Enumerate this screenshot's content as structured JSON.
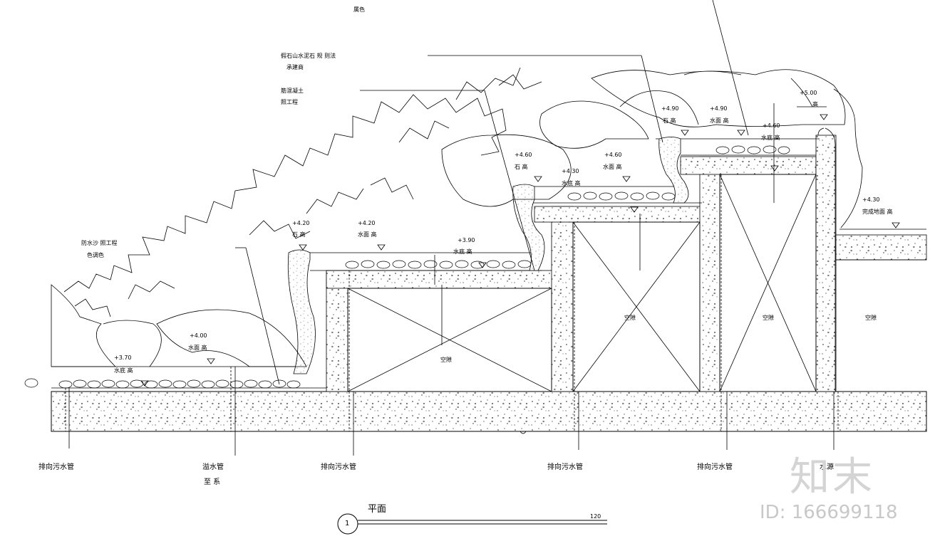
{
  "top_note": "属色",
  "callouts": {
    "rock": "假石山水泥石 规 则法",
    "rock_sub": "承建商",
    "concrete": "筋混凝土",
    "concrete_sub": "照工程",
    "waterproof": "防水沙 照工程",
    "waterproof_sub": "色调色"
  },
  "elevations": [
    {
      "key": "e1",
      "value": "+5.00",
      "desc": "高"
    },
    {
      "key": "e2",
      "value": "+4.90",
      "desc": "石 高"
    },
    {
      "key": "e3",
      "value": "+4.90",
      "desc": "水面 高"
    },
    {
      "key": "e4",
      "value": "+4.60",
      "desc": "水底 高"
    },
    {
      "key": "e5",
      "value": "+4.60",
      "desc": "石 高"
    },
    {
      "key": "e6",
      "value": "+4.60",
      "desc": "水面 高"
    },
    {
      "key": "e7",
      "value": "+4.30",
      "desc": "水底 高"
    },
    {
      "key": "e8",
      "value": "+4.30",
      "desc": "完成地面 高"
    },
    {
      "key": "e9",
      "value": "+4.20",
      "desc": "石 高"
    },
    {
      "key": "e10",
      "value": "+4.20",
      "desc": "水面 高"
    },
    {
      "key": "e11",
      "value": "+3.90",
      "desc": "水底 高"
    },
    {
      "key": "e12",
      "value": "+4.00",
      "desc": "水面 高"
    },
    {
      "key": "e13",
      "value": "+3.70",
      "desc": "水底 高"
    }
  ],
  "void_labels": [
    "空隙",
    "空隙",
    "空隙",
    "空隙"
  ],
  "pipe_labels": [
    {
      "text": "排向污水管",
      "sub": ""
    },
    {
      "text": "溢水管",
      "sub": "至 系"
    },
    {
      "text": "排向污水管",
      "sub": ""
    },
    {
      "text": "排向污水管",
      "sub": ""
    },
    {
      "text": "排向污水管",
      "sub": ""
    },
    {
      "text": "水源",
      "sub": ""
    }
  ],
  "title": {
    "number": "1",
    "name": "平面",
    "scale": "120"
  },
  "watermark": {
    "logo": "知末",
    "id": "ID: 166699118"
  }
}
